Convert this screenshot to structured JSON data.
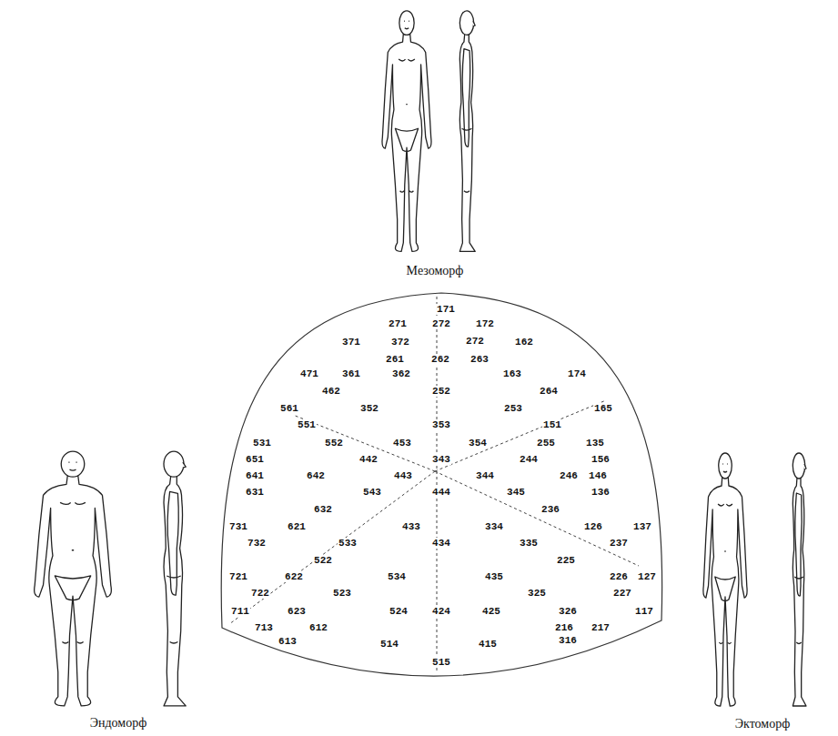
{
  "diagram": {
    "nodes": [
      {
        "text": [
          "171",
          "271",
          "272",
          "172",
          "371",
          "372",
          "272",
          "162",
          "261",
          "262",
          "263",
          "471",
          "361",
          "362",
          "163",
          "174",
          "462",
          "252",
          "264",
          "561",
          "352",
          "253",
          "165",
          "551",
          "353",
          "151",
          "531",
          "552",
          "453",
          "354",
          "255",
          "135",
          "651",
          "442",
          "343",
          "244",
          "156",
          "641",
          "642",
          "443",
          "344",
          "246",
          "146",
          "631",
          "543",
          "444",
          "345",
          "136",
          "632",
          "236",
          "731",
          "621",
          "433",
          "334",
          "126",
          "137",
          "732",
          "533",
          "434",
          "335",
          "237",
          "522",
          "225",
          "721",
          "622",
          "534",
          "435",
          "226",
          "127",
          "722",
          "523",
          "325",
          "227",
          "711",
          "623",
          "524",
          "424",
          "425",
          "326",
          "117",
          "713",
          "612",
          "216",
          "217",
          "613",
          "514",
          "415",
          "316",
          "515"
        ]
      }
    ],
    "labels": [
      "Мезоморф",
      "Эндоморф",
      "Эктоморф"
    ]
  }
}
